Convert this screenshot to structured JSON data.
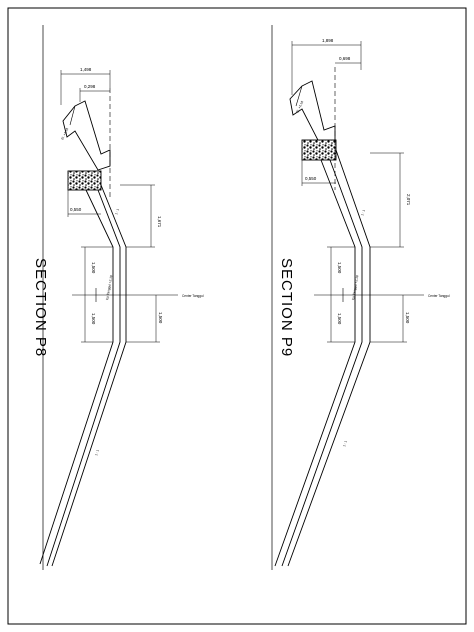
{
  "sheet": {
    "line_color": "#000000",
    "background": "#ffffff"
  },
  "section_p8": {
    "title": "SECTION P8",
    "dim_top_total": "1,498",
    "dim_top_inner": "0,298",
    "dim_block_width": "0,550",
    "dim_slope_height": "1,671",
    "dim_upper": "1,500",
    "dim_lower": "1,500",
    "dim_lower_right": "1,500",
    "slope_upper": "1 : 1",
    "slope_lower": "1 : 1",
    "slope_face_label": "1 : 1",
    "center_label": "Center Tanggul",
    "point_label": "Ep Tanggul +2,18",
    "elevation_label": "El. +2,18"
  },
  "section_p9": {
    "title": "SECTION P9",
    "dim_top_total": "1,898",
    "dim_top_inner": "0,698",
    "dim_block_width": "0,550",
    "dim_slope_height": "2,071",
    "dim_upper": "1,500",
    "dim_lower": "1,500",
    "dim_lower_right": "1,500",
    "slope_upper": "1 : 1",
    "slope_lower": "1 : 1",
    "slope_face_label": "1 : 1",
    "center_label": "Center Tanggul",
    "point_label": "Ep Tanggul +2,18",
    "elevation_label": "El. +2,18"
  }
}
